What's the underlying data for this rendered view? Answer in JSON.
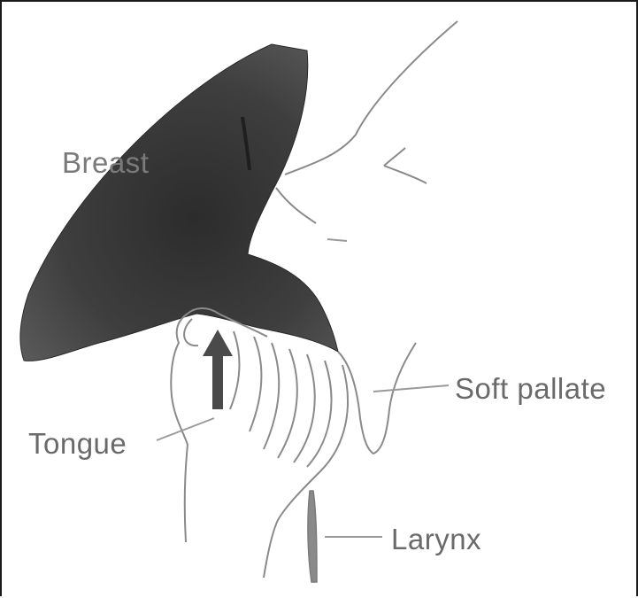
{
  "labels": {
    "breast": "Breast",
    "soft_palate": "Soft pallate",
    "tongue": "Tongue",
    "larynx": "Larynx"
  },
  "colors": {
    "breast_fill": "#3f3f3f",
    "line": "#8a8a8a",
    "arrow": "#4a4a4a",
    "label_text": "#6a6a6a"
  }
}
